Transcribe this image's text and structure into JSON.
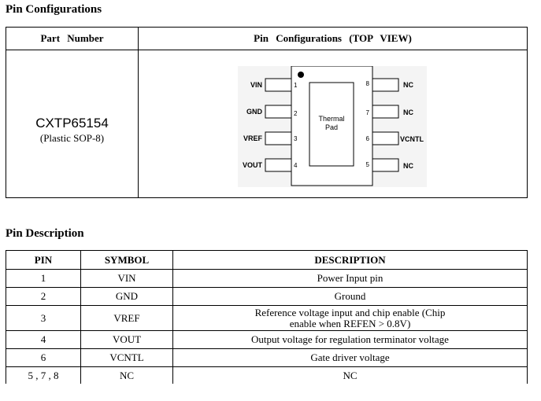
{
  "pin_configurations": {
    "heading": "Pin Configurations",
    "header_part": "Part Number",
    "header_config": "Pin Configurations (TOP VIEW)",
    "part_number": "CXTP65154",
    "package": "(Plastic SOP-8)",
    "diagram": {
      "pad_line1": "Thermal",
      "pad_line2": "Pad",
      "left_pins": [
        {
          "name": "VIN",
          "num": "1"
        },
        {
          "name": "GND",
          "num": "2"
        },
        {
          "name": "VREF",
          "num": "3"
        },
        {
          "name": "VOUT",
          "num": "4"
        }
      ],
      "right_pins": [
        {
          "name": "NC",
          "num": "8"
        },
        {
          "name": "NC",
          "num": "7"
        },
        {
          "name": "VCNTL",
          "num": "6"
        },
        {
          "name": "NC",
          "num": "5"
        }
      ]
    }
  },
  "pin_description": {
    "heading": "Pin Description",
    "columns": [
      "PIN",
      "SYMBOL",
      "DESCRIPTION"
    ],
    "rows": [
      {
        "pin": "1",
        "symbol": "VIN",
        "description": "Power Input pin"
      },
      {
        "pin": "2",
        "symbol": "GND",
        "description": "Ground"
      },
      {
        "pin": "3",
        "symbol": "VREF",
        "description": "Reference voltage input and chip enable (Chip enable when REFEN > 0.8V)"
      },
      {
        "pin": "4",
        "symbol": "VOUT",
        "description": "Output voltage for regulation terminator voltage"
      },
      {
        "pin": "6",
        "symbol": "VCNTL",
        "description": "Gate driver voltage"
      },
      {
        "pin": "5 , 7 , 8",
        "symbol": "NC",
        "description": "NC"
      }
    ]
  }
}
